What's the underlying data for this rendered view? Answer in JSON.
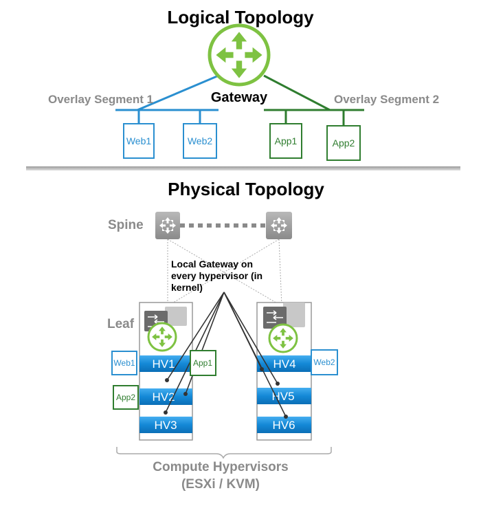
{
  "logical": {
    "title": "Logical Topology",
    "gateway_label": "Gateway",
    "segment1_label": "Overlay Segment 1",
    "segment2_label": "Overlay Segment 2",
    "segment1_vms": [
      "Web1",
      "Web2"
    ],
    "segment2_vms": [
      "App1",
      "App2"
    ]
  },
  "physical": {
    "title": "Physical Topology",
    "spine_label": "Spine",
    "leaf_label": "Leaf",
    "local_gateway_note": [
      "Local Gateway on",
      "every hypervisor (in",
      "kernel)"
    ],
    "rack1_hypervisors": [
      "HV1",
      "HV2",
      "HV3"
    ],
    "rack2_hypervisors": [
      "HV4",
      "HV5",
      "HV6"
    ],
    "vm_web1": "Web1",
    "vm_app1": "App1",
    "vm_app2": "App2",
    "vm_web2": "Web2",
    "footer_line1": "Compute Hypervisors",
    "footer_line2": "(ESXi / KVM)"
  },
  "colors": {
    "blue_segment": "#2a8fd0",
    "green_segment": "#2f7d2f",
    "router_green": "#7ec242",
    "hv_blue": "#1a8fd8",
    "spine_gray": "#9a9a9a"
  }
}
